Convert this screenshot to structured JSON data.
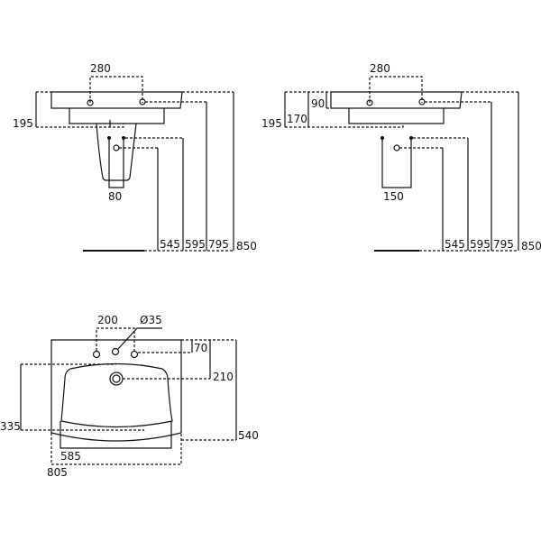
{
  "front_view_with_pedestal": {
    "tap_spacing": "280",
    "basin_height": "195",
    "pedestal_hole_spacing": "80",
    "heights": [
      "545",
      "595",
      "795",
      "850"
    ]
  },
  "front_view_wall_hung": {
    "tap_spacing": "280",
    "basin_height": "195",
    "bowl_height": "170",
    "front_height": "90",
    "waste_hole_spacing": "150",
    "heights": [
      "545",
      "595",
      "795",
      "850"
    ]
  },
  "plan_view": {
    "tap_spacing": "200",
    "hole_diameter": "Ø35",
    "tap_hole_offset": "70",
    "waste_offset": "210",
    "depth": "540",
    "bowl_depth": "335",
    "bowl_width": "585",
    "overall_width": "805"
  }
}
